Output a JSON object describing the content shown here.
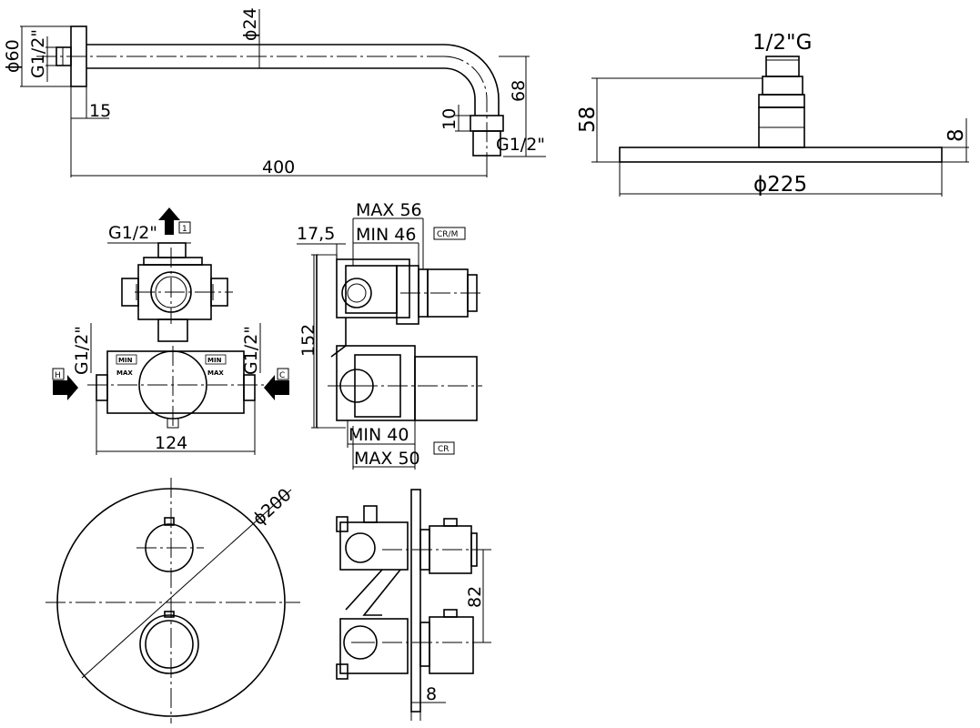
{
  "arm": {
    "dim_flange_dia": "ϕ60",
    "dim_wall_thread": "G1/2\"",
    "dim_tube_dia": "ϕ24",
    "dim_flange_depth": "15",
    "dim_drop": "68",
    "dim_outlet_len": "10",
    "dim_outlet_thread": "G1/2\"",
    "dim_length": "400"
  },
  "head": {
    "dim_thread": "1/2\"G",
    "dim_height": "58",
    "dim_thickness": "8",
    "dim_diameter": "ϕ225"
  },
  "valve_front": {
    "dim_top_thread": "G1/2\"",
    "outlet_number": "1",
    "dim_left_thread": "G1/2\"",
    "dim_right_thread": "G1/2\"",
    "hot_label": "H",
    "cold_label": "C",
    "dim_width": "124",
    "min_label": "MIN",
    "max_label": "MAX"
  },
  "valve_side": {
    "dim_offset": "17,5",
    "dim_max_top": "MAX 56",
    "dim_min_top": "MIN 46",
    "tag_top": "CR/M",
    "dim_height": "152",
    "dim_min_bottom": "MIN 40",
    "dim_max_bottom": "MAX 50",
    "tag_bottom": "CR"
  },
  "plate": {
    "dim_diameter": "ϕ200",
    "dim_spacing": "82",
    "dim_plate_thickness": "8"
  }
}
